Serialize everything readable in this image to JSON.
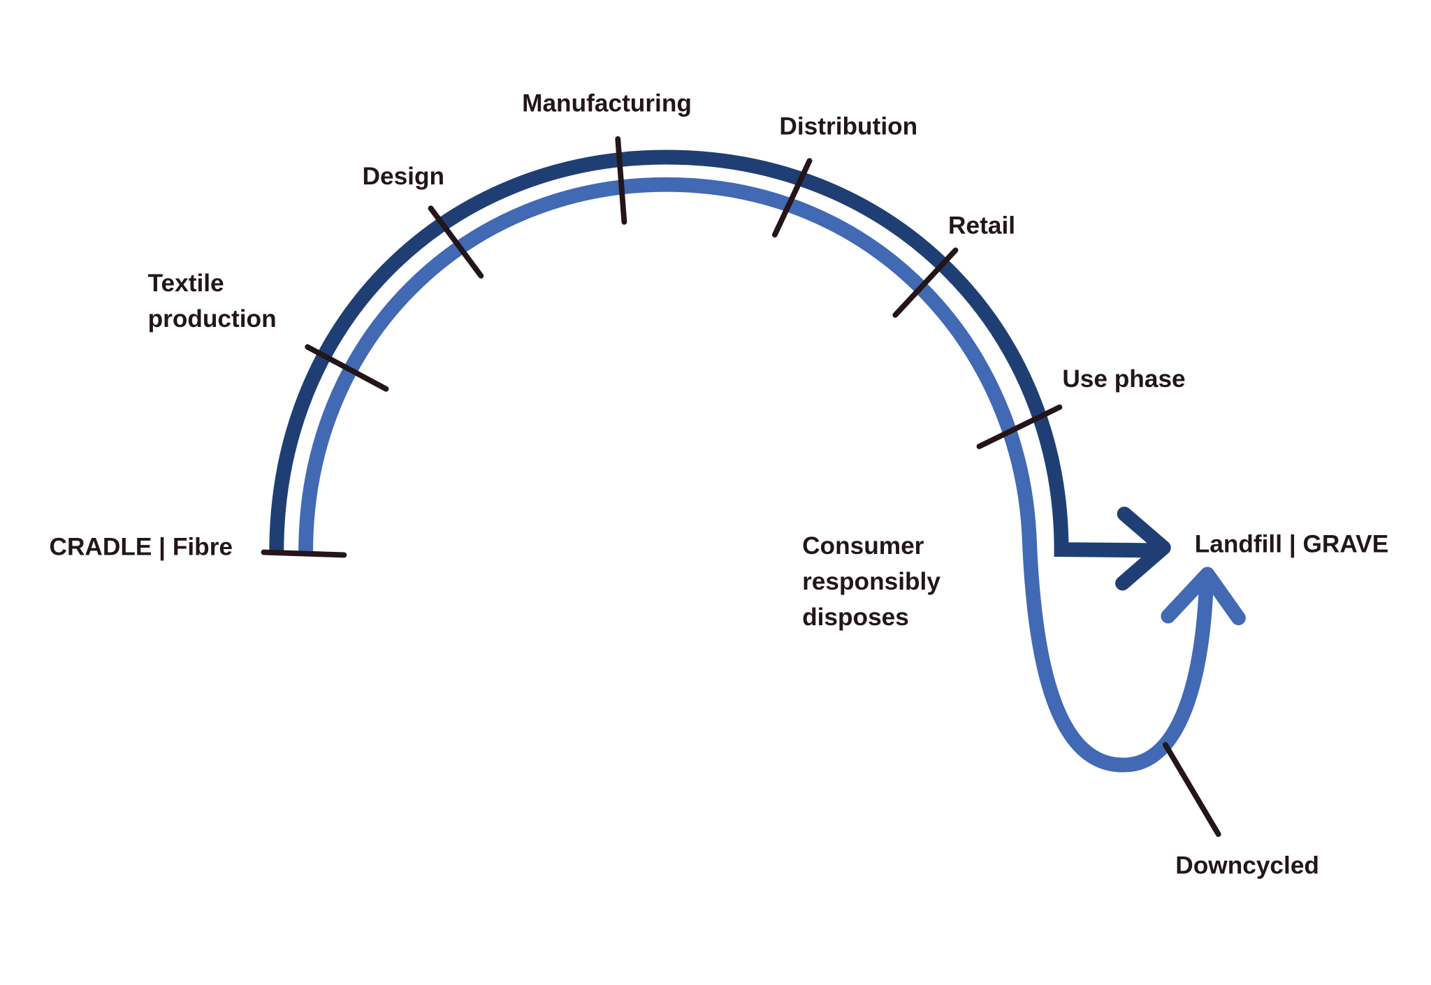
{
  "colors": {
    "outer_path": "#1F3F74",
    "inner_path": "#4169B4",
    "tick": "#231518",
    "text": "#231518"
  },
  "stages": {
    "cradle": "CRADLE | Fibre",
    "textile_1": "Textile",
    "textile_2": "production",
    "design": "Design",
    "manufacturing": "Manufacturing",
    "distribution": "Distribution",
    "retail": "Retail",
    "use_phase": "Use phase",
    "grave": "Landfill | GRAVE",
    "consumer_1": "Consumer",
    "consumer_2": "responsibly",
    "consumer_3": "disposes",
    "downcycled": "Downcycled"
  }
}
